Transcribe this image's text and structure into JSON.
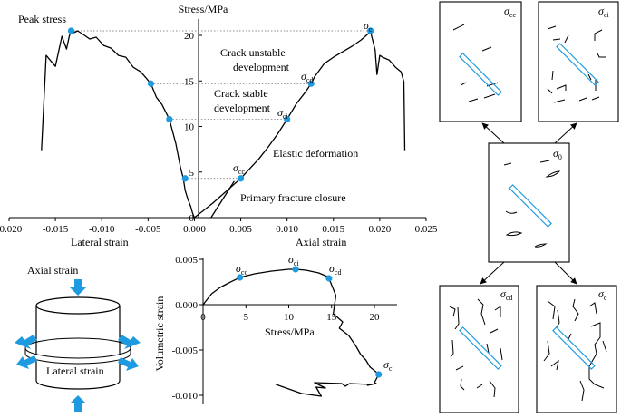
{
  "colors": {
    "point": "#1e9be0",
    "flaw": "#1e9be0",
    "elastic_line": "#e8281e",
    "curve": "#000000",
    "arrow": "#1e9be0"
  },
  "chart_data": [
    {
      "type": "line",
      "title": "",
      "ylabel": "Stress/MPa",
      "xlabel_left": "Lateral strain",
      "xlabel_right": "Axial strain",
      "xlim": [
        -0.02,
        0.025
      ],
      "ylim": [
        0,
        22
      ],
      "xticks": [
        "-0.020",
        "-0.015",
        "-0.010",
        "-0.005",
        "0.000",
        "0.005",
        "0.010",
        "0.015",
        "0.020",
        "0.025"
      ],
      "yticks": [
        "0",
        "5",
        "10",
        "15",
        "20"
      ],
      "series": [
        {
          "name": "lateral",
          "x": [
            -0.0165,
            -0.0163,
            -0.016,
            -0.015,
            -0.0143,
            -0.0138,
            -0.0135,
            -0.0133,
            -0.013,
            -0.0126,
            -0.012,
            -0.0113,
            -0.0106,
            -0.0098,
            -0.009,
            -0.0082,
            -0.0074,
            -0.0066,
            -0.0058,
            -0.0052,
            -0.0047,
            -0.0041,
            -0.0035,
            -0.0027,
            -0.002,
            -0.0015,
            -0.0012,
            -0.001,
            -0.0007,
            -0.0004,
            -0.0002,
            0.0
          ],
          "y": [
            7.4,
            11.5,
            17.8,
            16.6,
            19.9,
            18.5,
            19.9,
            20.5,
            20.3,
            20.5,
            20.1,
            19.6,
            19.8,
            18.9,
            18.6,
            17.8,
            17.6,
            16.5,
            16.0,
            15.3,
            14.7,
            13.2,
            12.4,
            10.8,
            8.1,
            5.5,
            4.3,
            3.0,
            2.0,
            1.2,
            0.5,
            0.0
          ]
        },
        {
          "name": "axial",
          "x": [
            0.0,
            0.001,
            0.002,
            0.003,
            0.004,
            0.005,
            0.006,
            0.007,
            0.008,
            0.009,
            0.01,
            0.011,
            0.012,
            0.0126,
            0.013,
            0.014,
            0.015,
            0.016,
            0.017,
            0.018,
            0.019,
            0.0195,
            0.0197,
            0.02,
            0.0203,
            0.021,
            0.0217,
            0.0223,
            0.0226,
            0.0227
          ],
          "y": [
            0.0,
            0.8,
            1.6,
            2.5,
            3.4,
            4.3,
            5.4,
            6.5,
            7.8,
            9.2,
            10.8,
            12.5,
            13.8,
            14.7,
            15.5,
            16.9,
            17.6,
            18.2,
            18.8,
            19.5,
            20.4,
            18.4,
            15.7,
            17.8,
            17.6,
            17.3,
            16.5,
            16.0,
            14.9,
            7.4
          ]
        },
        {
          "name": "elastic",
          "x": [
            0.0018,
            0.0043
          ],
          "y": [
            0.0,
            4.0
          ]
        }
      ],
      "points": [
        {
          "label": "Peak stress",
          "x": -0.0133,
          "y": 20.5
        },
        {
          "x": -0.0047,
          "y": 14.7
        },
        {
          "x": -0.0027,
          "y": 10.8
        },
        {
          "x": -0.001,
          "y": 4.3
        },
        {
          "label_main": "σ",
          "label_sub": "cc",
          "x": 0.005,
          "y": 4.3
        },
        {
          "label_main": "σ",
          "label_sub": "ci",
          "x": 0.01,
          "y": 10.8
        },
        {
          "label_main": "σ",
          "label_sub": "cd",
          "x": 0.0126,
          "y": 14.7
        },
        {
          "label_main": "σ",
          "label_sub": "c",
          "x": 0.019,
          "y": 20.5
        }
      ],
      "annotations": [
        {
          "lines": [
            "Crack unstable",
            "development"
          ]
        },
        {
          "lines": [
            "Crack stable",
            "development"
          ]
        },
        {
          "lines": [
            "Elastic deformation"
          ]
        },
        {
          "lines": [
            "Primary fracture closure"
          ]
        }
      ]
    },
    {
      "type": "line",
      "title": "",
      "ylabel": "Volumetric strain",
      "xlabel": "Stress/MPa",
      "xlim": [
        0,
        22.5
      ],
      "ylim": [
        -0.0115,
        0.0055
      ],
      "xticks": [
        "0",
        "5",
        "10",
        "15",
        "20"
      ],
      "yticks": [
        "0.005",
        "0.000",
        "-0.005",
        "-0.010"
      ],
      "series": [
        {
          "name": "volumetric",
          "x": [
            0.0,
            1.0,
            2.0,
            3.0,
            4.3,
            6.0,
            8.0,
            10.0,
            10.8,
            12.0,
            13.5,
            14.5,
            14.7,
            15.5,
            15.2,
            16.3,
            15.9,
            17.0,
            17.8,
            18.4,
            19.0,
            19.5,
            20.3,
            20.5,
            20.0,
            20.2,
            19.2,
            19.5,
            17.1,
            16.6,
            16.2,
            13.0,
            14.3,
            13.2,
            13.8,
            11.5,
            8.5
          ],
          "y": [
            0.0,
            0.0012,
            0.0019,
            0.0024,
            0.003,
            0.0034,
            0.0037,
            0.0039,
            0.0039,
            0.0038,
            0.0035,
            0.0031,
            0.0029,
            0.001,
            -0.001,
            -0.0019,
            -0.0026,
            -0.0034,
            -0.0045,
            -0.0055,
            -0.0061,
            -0.0069,
            -0.0075,
            -0.0077,
            -0.0086,
            -0.0087,
            -0.0089,
            -0.0088,
            -0.0087,
            -0.009,
            -0.0087,
            -0.0086,
            -0.0092,
            -0.0091,
            -0.0101,
            -0.0098,
            -0.0088
          ]
        }
      ],
      "points": [
        {
          "label_main": "σ",
          "label_sub": "cc",
          "x": 4.3,
          "y": 0.003
        },
        {
          "label_main": "σ",
          "label_sub": "ci",
          "x": 10.8,
          "y": 0.0039
        },
        {
          "label_main": "σ",
          "label_sub": "cd",
          "x": 14.7,
          "y": 0.0029
        },
        {
          "label_main": "σ",
          "label_sub": "c",
          "x": 20.5,
          "y": -0.0077
        }
      ]
    }
  ],
  "specimen": {
    "axial_label": "Axial strain",
    "lateral_label": "Lateral strain"
  },
  "panels": [
    {
      "id": "cc",
      "label_main": "σ",
      "label_sub": "cc"
    },
    {
      "id": "ci",
      "label_main": "σ",
      "label_sub": "ci"
    },
    {
      "id": "0",
      "label_main": "σ",
      "label_sub": "0"
    },
    {
      "id": "cd",
      "label_main": "σ",
      "label_sub": "cd"
    },
    {
      "id": "c",
      "label_main": "σ",
      "label_sub": "c"
    }
  ]
}
